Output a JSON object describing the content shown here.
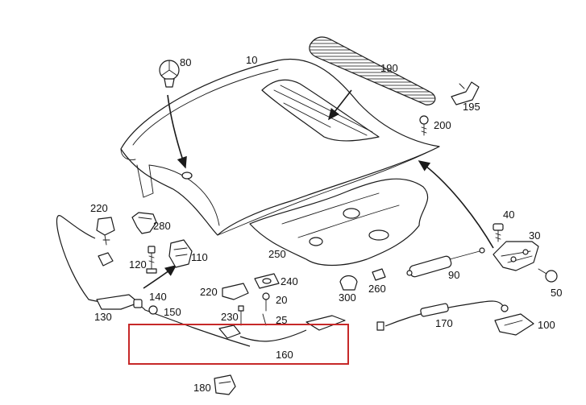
{
  "labels": {
    "p10": "10",
    "p20": "20",
    "p25": "25",
    "p30": "30",
    "p40": "40",
    "p50": "50",
    "p80": "80",
    "p90": "90",
    "p100": "100",
    "p110": "110",
    "p120": "120",
    "p130": "130",
    "p140": "140",
    "p150": "150",
    "p160": "160",
    "p170": "170",
    "p180": "180",
    "p190": "190",
    "p195": "195",
    "p200": "200",
    "p220a": "220",
    "p220b": "220",
    "p230": "230",
    "p240": "240",
    "p250": "250",
    "p260": "260",
    "p280": "280",
    "p300": "300"
  },
  "highlight": {
    "color": "#c62828",
    "target": "160"
  }
}
